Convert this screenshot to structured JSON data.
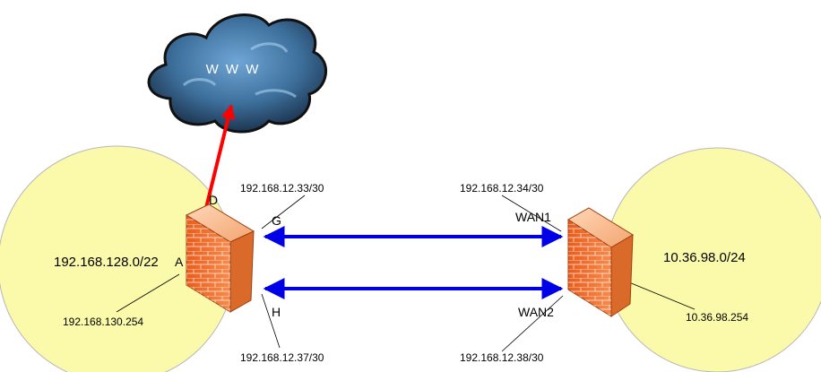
{
  "colors": {
    "zone_fill": "#fafaaa",
    "zone_stroke": "#b8b8b8",
    "link_blue": "#0000e6",
    "link_red": "#ff0000",
    "firewall_brick": "#f47a38",
    "cloud_fill": "#3d6f9b"
  },
  "cloud": {
    "label": "W W W",
    "icon": "cloud-icon"
  },
  "left_site": {
    "network": "192.168.128.0/22",
    "gateway_ip": "192.168.130.254",
    "firewall_icon": "firewall-icon",
    "ports": {
      "inside": "A",
      "internet": "D",
      "link_upper": "G",
      "link_lower": "H"
    },
    "link_upper_ip": "192.168.12.33/30",
    "link_lower_ip": "192.168.12.37/30"
  },
  "right_site": {
    "network": "10.36.98.0/24",
    "gateway_ip": "10.36.98.254",
    "firewall_icon": "firewall-icon",
    "ports": {
      "link_upper": "WAN1",
      "link_lower": "WAN2"
    },
    "link_upper_ip": "192.168.12.34/30",
    "link_lower_ip": "192.168.12.38/30"
  }
}
